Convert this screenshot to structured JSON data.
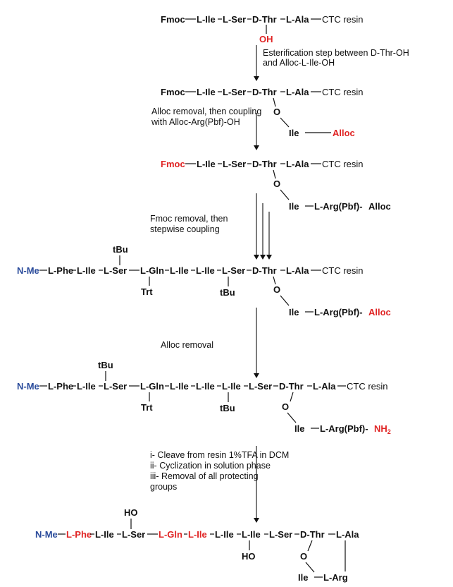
{
  "colors": {
    "red": "#e02424",
    "blue": "#2a4b9b",
    "black": "#111111"
  },
  "residues": {
    "fmoc": "Fmoc",
    "ile": "L-Ile",
    "ser": "L-Ser",
    "dthr": "D-Thr",
    "ala": "L-Ala",
    "resin": "CTC resin",
    "oh": "OH",
    "o": "O",
    "ile_branch": "Ile",
    "alloc": "Alloc",
    "arg_pbf": "L-Arg(Pbf)-",
    "alloc_tail": "Alloc",
    "nme": "N-Me",
    "phe": "L-Phe",
    "gln": "L-Gln",
    "tbu": "tBu",
    "trt": "Trt",
    "nh": "NH",
    "nh_sub": "2",
    "ho": "HO",
    "arg": "L-Arg"
  },
  "steps": {
    "s1_line1": "Esterification step between D-Thr-OH",
    "s1_line2": "and Alloc-L-Ile-OH",
    "s2_line1": "Alloc removal, then coupling",
    "s2_line2": "with Alloc-Arg(Pbf)-OH",
    "s3_line1": "Fmoc removal, then",
    "s3_line2": "stepwise coupling",
    "s4": "Alloc removal",
    "s5_line1": "i- Cleave from resin 1%TFA in DCM",
    "s5_line2": "ii- Cyclization in solution phase",
    "s5_line3": "iii- Removal of all protecting",
    "s5_line4": "groups"
  }
}
